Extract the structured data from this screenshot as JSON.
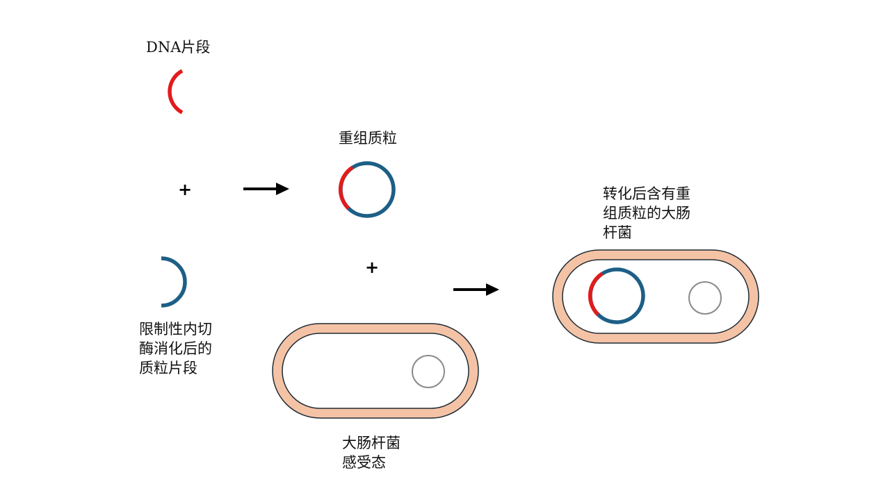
{
  "labels": {
    "dna_fragment": "DNA片段",
    "recombinant_plasmid": "重组质粒",
    "digested_plasmid": "限制性内切\n酶消化后的\n质粒片段",
    "competent_ecoli": "大肠杆菌\n感受态",
    "transformed_ecoli": "转化后含有重\n组质粒的大肠\n杆菌"
  },
  "symbols": {
    "plus": "+"
  },
  "colors": {
    "insert_dna": "#e21b1b",
    "plasmid": "#1d5f86",
    "cell_wall": "#f4c3a6",
    "cell_outline": "#1e2a33",
    "cell_interior": "#ffffff",
    "genome_circle": "#8a8a8a",
    "arrow": "#000000"
  }
}
